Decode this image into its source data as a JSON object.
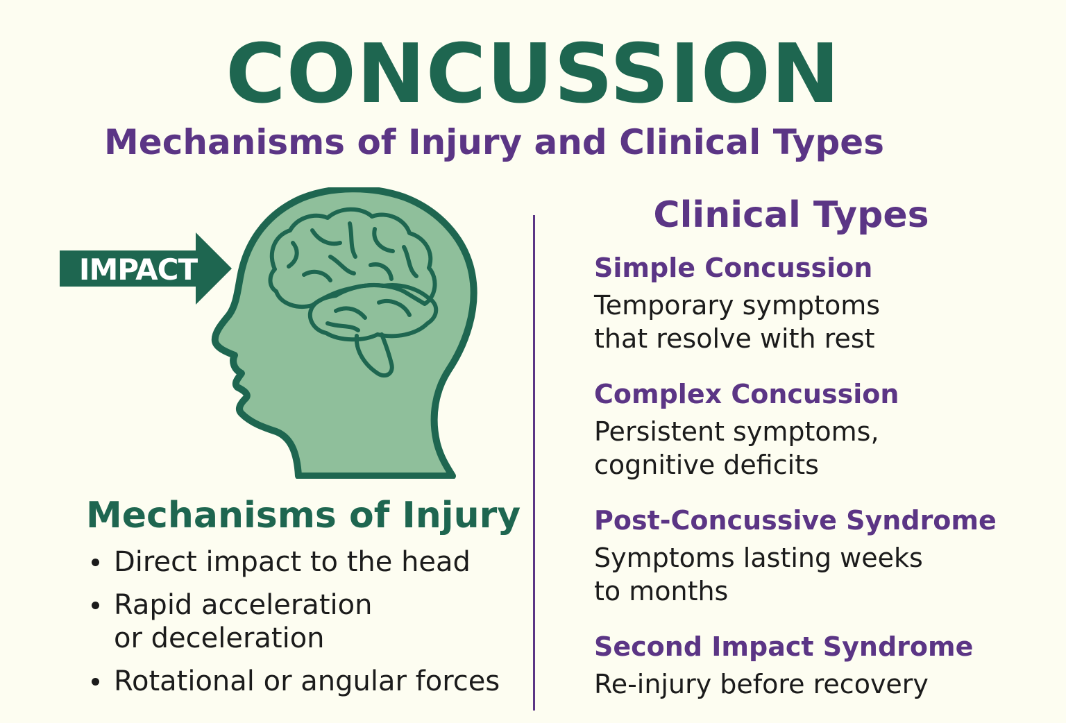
{
  "header": {
    "title": "CONCUSSION",
    "subtitle": "Mechanisms of Injury and Clinical Types"
  },
  "figure": {
    "impact_label": "IMPACT",
    "icon": "head-with-brain-icon"
  },
  "mechanisms": {
    "heading": "Mechanisms of Injury",
    "items": [
      "Direct impact to the head",
      "Rapid acceleration\nor deceleration",
      "Rotational or angular forces"
    ]
  },
  "clinical_types": {
    "heading": "Clinical Types",
    "items": [
      {
        "name": "Simple Concussion",
        "description": "Temporary symptoms\nthat resolve with rest"
      },
      {
        "name": "Complex Concussion",
        "description": "Persistent symptoms,\ncognitive deficits"
      },
      {
        "name": "Post-Concussive Syndrome",
        "description": "Symptoms lasting weeks\nto months"
      },
      {
        "name": "Second Impact Syndrome",
        "description": "Re-injury before recovery"
      }
    ]
  },
  "colors": {
    "background": "#fdfdf1",
    "green_dark": "#1e6650",
    "green_fill": "#8fbf9b",
    "purple": "#5b3585",
    "text": "#1b1b1b"
  }
}
